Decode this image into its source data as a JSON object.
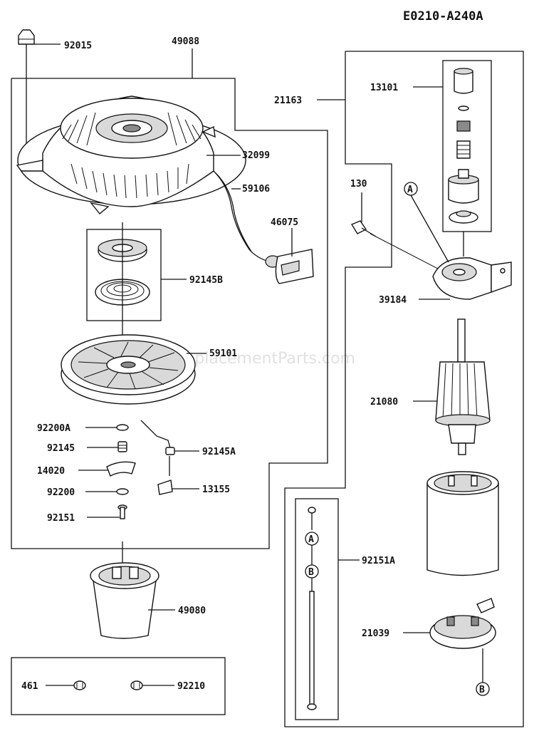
{
  "diagram_code": "E0210-A240A",
  "watermark": "eReplacementParts.com",
  "part_labels": {
    "p92015": "92015",
    "p49088": "49088",
    "p32099": "32099",
    "p59106": "59106",
    "p46075": "46075",
    "p92145B": "92145B",
    "p59101": "59101",
    "p92200A": "92200A",
    "p92145": "92145",
    "p92145A": "92145A",
    "p14020": "14020",
    "p13155": "13155",
    "p92200": "92200",
    "p92151": "92151",
    "p49080": "49080",
    "p461": "461",
    "p92210": "92210",
    "p21163": "21163",
    "p13101": "13101",
    "p130": "130",
    "p39184": "39184",
    "p21080": "21080",
    "p92151A": "92151A",
    "p21039": "21039"
  },
  "callouts": {
    "A1": "A",
    "A2": "A",
    "B1": "B",
    "B2": "B"
  }
}
